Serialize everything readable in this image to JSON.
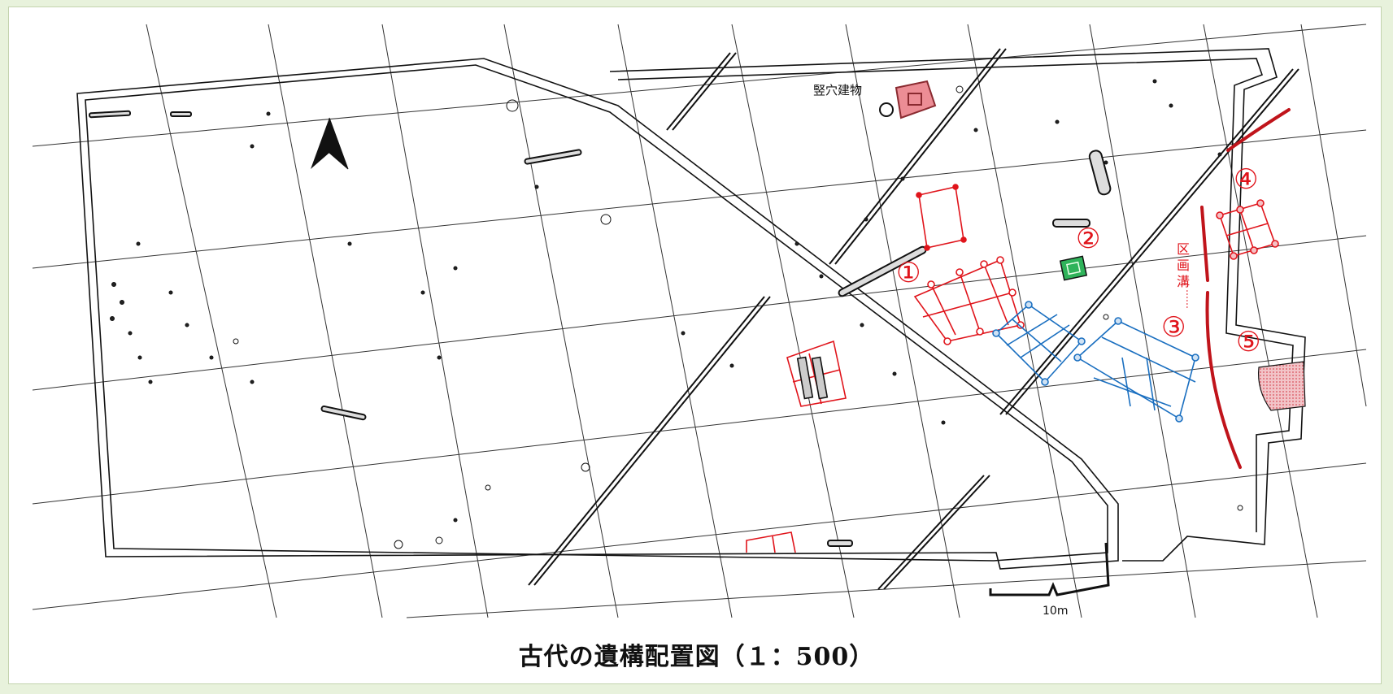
{
  "caption": "古代の遺構配置図（１：500）",
  "labels": {
    "pit_dwelling": "竪穴建物",
    "ditch_char1": "区",
    "ditch_char2": "画",
    "ditch_char3": "溝",
    "ditch_dots": "……",
    "scale_text": "10m"
  },
  "markers": [
    {
      "id": "1",
      "text": "①"
    },
    {
      "id": "2",
      "text": "②"
    },
    {
      "id": "3",
      "text": "③"
    },
    {
      "id": "4",
      "text": "④"
    },
    {
      "id": "5",
      "text": "⑤"
    }
  ],
  "icons": {
    "north_arrow": "north-arrow-icon"
  },
  "colors": {
    "background": "#e8f2dc",
    "linework": "#111111",
    "red_features": "#e0141b",
    "blue_features": "#1a6fc0",
    "green_feature": "#2fb35a",
    "pink_fill": "#e89aa0",
    "ditch": "#c0141b"
  }
}
